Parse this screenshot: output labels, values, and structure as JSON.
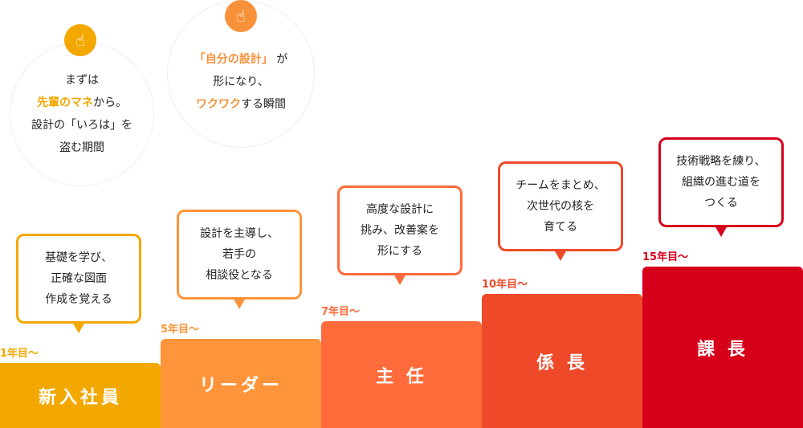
{
  "colors": {
    "c1": "#f3a800",
    "c2": "#ff943a",
    "c3": "#ff6b3a",
    "c4": "#ee4a2a",
    "c5": "#d7001a"
  },
  "circles": [
    {
      "icon": "finger-snap-icon",
      "l1": "まずは",
      "hl": "先輩のマネ",
      "l2a": "から。",
      "l3": "設計の「いろは」を",
      "l4": "盗む期間"
    },
    {
      "icon": "finger-snap-icon",
      "hl": "「自分の設計」",
      "l1b": "が",
      "l2": "形になり、",
      "hl2": "ワクワク",
      "l3b": "する瞬間"
    }
  ],
  "steps": [
    {
      "title": "新入社員",
      "year": "1年目〜",
      "desc": [
        "基礎を学び、",
        "正確な図面",
        "作成を覚える"
      ]
    },
    {
      "title": "リーダー",
      "year": "5年目〜",
      "desc": [
        "設計を主導し、",
        "若手の",
        "相談役となる"
      ]
    },
    {
      "title": "主 任",
      "year": "7年目〜",
      "desc": [
        "高度な設計に",
        "挑み、改善案を",
        "形にする"
      ]
    },
    {
      "title": "係 長",
      "year": "10年目〜",
      "desc": [
        "チームをまとめ、",
        "次世代の核を",
        "育てる"
      ]
    },
    {
      "title": "課 長",
      "year": "15年目〜",
      "desc": [
        "技術戦略を練り、",
        "組織の進む道を",
        "つくる"
      ]
    }
  ]
}
